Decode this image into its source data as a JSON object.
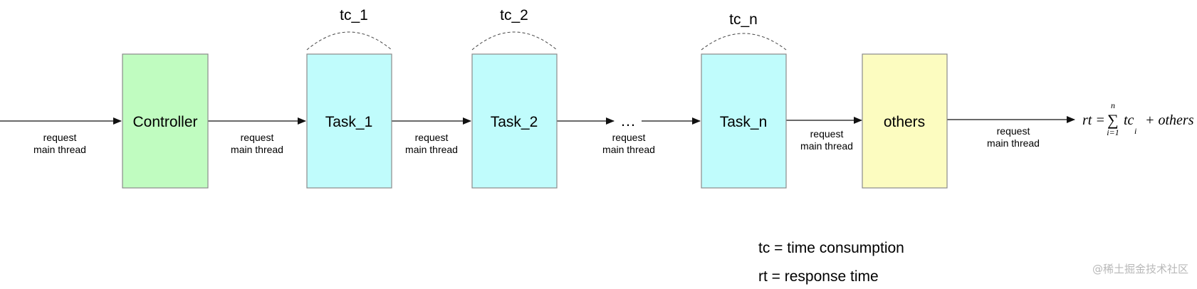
{
  "nodes": {
    "controller": {
      "label": "Controller",
      "fill": "#c0fcc0"
    },
    "task_1": {
      "label": "Task_1",
      "fill": "#c0fcfc"
    },
    "task_2": {
      "label": "Task_2",
      "fill": "#c0fcfc"
    },
    "ellipsis": {
      "label": "…"
    },
    "task_n": {
      "label": "Task_n",
      "fill": "#c0fcfc"
    },
    "others": {
      "label": "others",
      "fill": "#fcfcc0"
    }
  },
  "edge_label": {
    "line1": "request",
    "line2": "main thread"
  },
  "tc_labels": {
    "tc_1": "tc_1",
    "tc_2": "tc_2",
    "tc_n": "tc_n"
  },
  "formula": {
    "lhs": "rt =",
    "sum": "∑",
    "upper": "n",
    "lower": "i=1",
    "term": "tc",
    "subscript": "i",
    "rest": "+ others"
  },
  "legend": {
    "tc": "tc = time consumption",
    "rt": "rt = response time"
  },
  "watermark": "@稀土掘金技术社区",
  "colors": {
    "stroke": "#8a8a8a",
    "arrow": "#111111"
  }
}
